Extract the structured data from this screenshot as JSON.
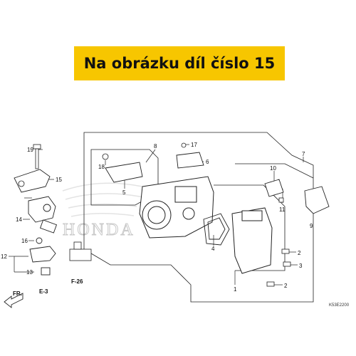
{
  "banner": {
    "text": "Na obrázku díl číslo 15"
  },
  "labels": {
    "p1": "1",
    "p2a": "2",
    "p2b": "2",
    "p3": "3",
    "p4": "4",
    "p5": "5",
    "p6": "6",
    "p7": "7",
    "p8": "8",
    "p9": "9",
    "p10": "10",
    "p11": "11",
    "p12": "12",
    "p13": "13",
    "p14": "14",
    "p15": "15",
    "p16": "16",
    "p17": "17",
    "p18": "18",
    "p19": "19",
    "e3": "E-3",
    "f26": "F-26",
    "fr": "FR.",
    "watermark": "HONDA",
    "code": "K53E2200"
  },
  "colors": {
    "banner": "#f7c600",
    "line": "#222222",
    "watermark": "#c8c8c8"
  }
}
